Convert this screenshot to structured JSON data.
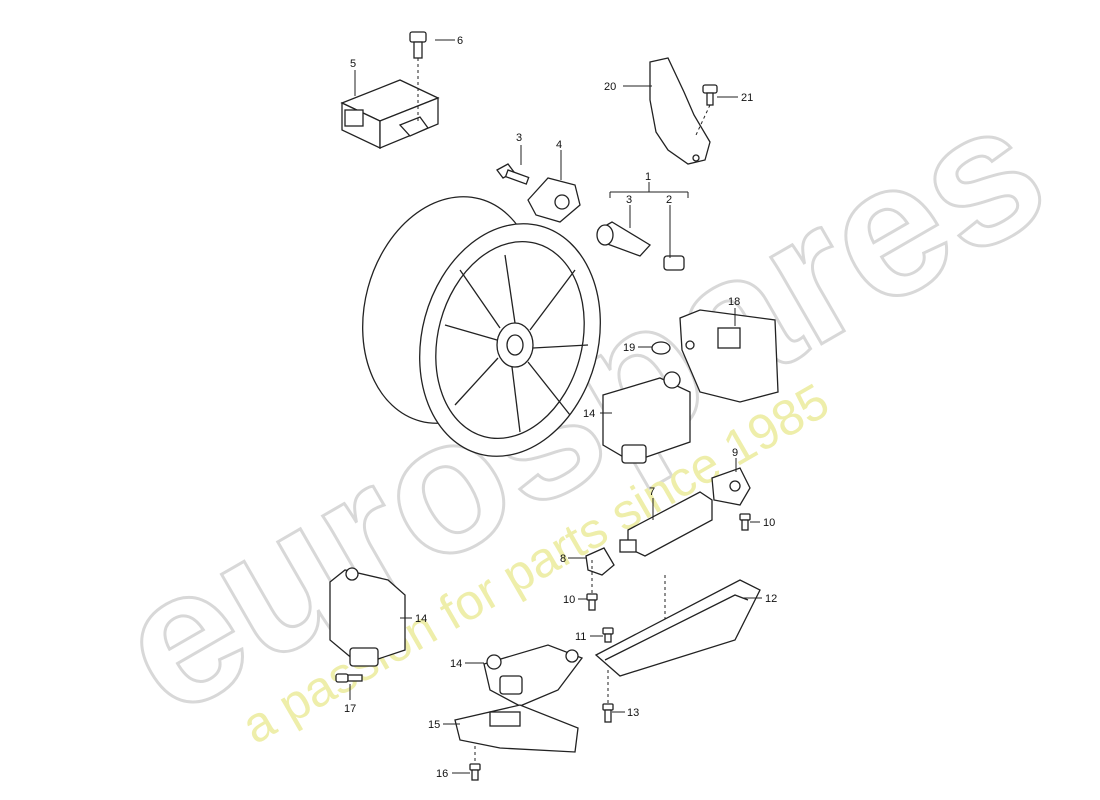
{
  "watermark": {
    "brand": "eurospares",
    "tagline": "a passion for parts since 1985"
  },
  "callouts": [
    {
      "id": "c1",
      "label": "1"
    },
    {
      "id": "c2",
      "label": "2"
    },
    {
      "id": "c3a",
      "label": "3"
    },
    {
      "id": "c3b",
      "label": "3"
    },
    {
      "id": "c4",
      "label": "4"
    },
    {
      "id": "c5",
      "label": "5"
    },
    {
      "id": "c6",
      "label": "6"
    },
    {
      "id": "c7",
      "label": "7"
    },
    {
      "id": "c8",
      "label": "8"
    },
    {
      "id": "c9",
      "label": "9"
    },
    {
      "id": "c10a",
      "label": "10"
    },
    {
      "id": "c10b",
      "label": "10"
    },
    {
      "id": "c11",
      "label": "11"
    },
    {
      "id": "c12",
      "label": "12"
    },
    {
      "id": "c13",
      "label": "13"
    },
    {
      "id": "c14a",
      "label": "14"
    },
    {
      "id": "c14b",
      "label": "14"
    },
    {
      "id": "c14c",
      "label": "14"
    },
    {
      "id": "c15",
      "label": "15"
    },
    {
      "id": "c16",
      "label": "16"
    },
    {
      "id": "c17",
      "label": "17"
    },
    {
      "id": "c18",
      "label": "18"
    },
    {
      "id": "c19",
      "label": "19"
    },
    {
      "id": "c20",
      "label": "20"
    },
    {
      "id": "c21",
      "label": "21"
    }
  ]
}
